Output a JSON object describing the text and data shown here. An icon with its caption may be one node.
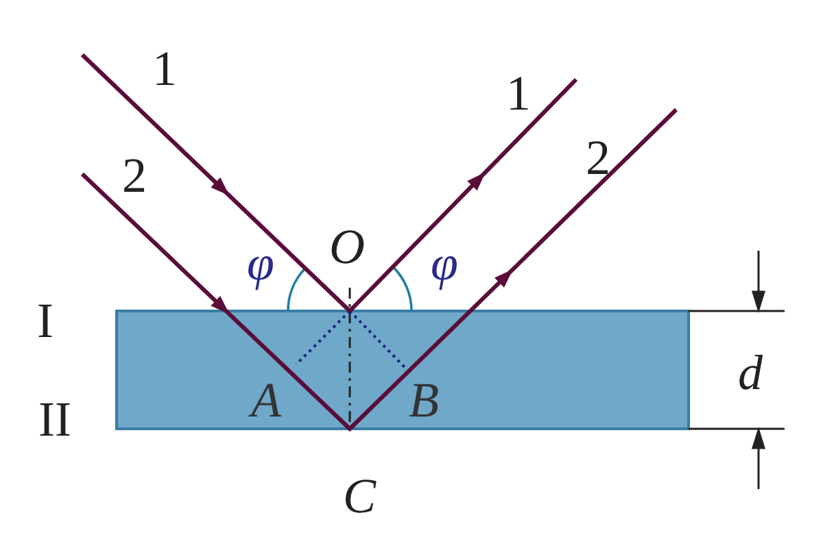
{
  "diagram": {
    "labels": [
      "1",
      "1",
      "2",
      "2",
      "O",
      "φ",
      "φ",
      "I",
      "A",
      "B",
      "II",
      "d",
      "C"
    ]
  }
}
